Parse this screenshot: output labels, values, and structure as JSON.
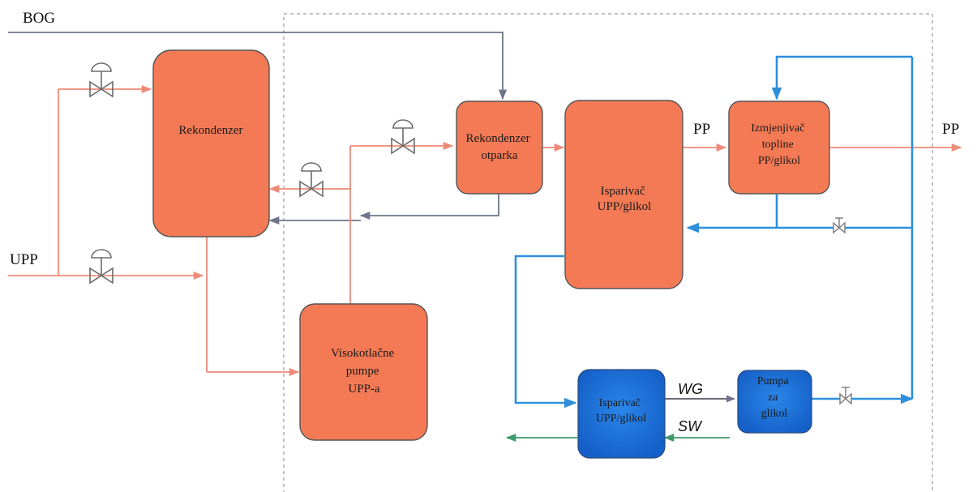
{
  "labels": {
    "bog": "BOG",
    "upp": "UPP",
    "pp_mid": "PP",
    "pp_out": "PP",
    "wg": "WG",
    "sw": "SW"
  },
  "boxes": {
    "rekondenzer": [
      "Rekondenzer"
    ],
    "rekondenzer_otparka": [
      "Rekondenzer",
      "otparka"
    ],
    "isparivac_main": [
      "Isparivač",
      "UPP/glikol"
    ],
    "izmjenjivac": [
      "Izmjenjivač",
      "topline",
      "PP/glikol"
    ],
    "visokotlacne": [
      "Visokotlačne",
      "pumpe",
      "UPP-a"
    ],
    "isparivac_blue": [
      "Isparivač",
      "UPP/glikol"
    ],
    "pumpa": [
      "Pumpa",
      "za",
      "glikol"
    ]
  },
  "colors": {
    "orange_box": "#f47a55",
    "blue_box": "#1f6fd1",
    "lng_line": "#f08a78",
    "gas_line": "#6f7488",
    "glycol_line": "#2e8fdc",
    "seawater_line": "#3e9a6a",
    "valve": "#6b6b6b",
    "boundary": "#9a9a9a"
  }
}
